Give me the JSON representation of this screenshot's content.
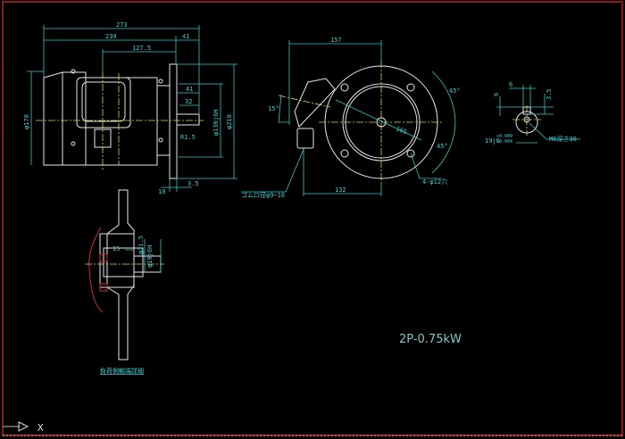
{
  "window": {
    "border_color": "#8b1a1a",
    "background": "#000000"
  },
  "side_view": {
    "dim_overall": "273",
    "dim_body": "239",
    "dim_shaft_top": "41",
    "dim_box": "127.5",
    "dim_body_dia": "φ170",
    "dim_shaft_len": "41",
    "dim_key_len": "32",
    "dim_radius": "R1.5",
    "dim_spigot": "φ130j6H",
    "dim_flange": "φ210",
    "dim_flange_thk": "10",
    "dim_gap": "3.5"
  },
  "front_view": {
    "dim_width": "157",
    "dim_angle": "15°",
    "dim_pcd": "165",
    "angle_top": "45°",
    "angle_bottom": "45°",
    "hole_note": "4-φ12穴",
    "gland_note": "ゴム口径φ9~16",
    "dim_bottom": "132"
  },
  "shaft_end": {
    "dim_key_width": "6",
    "dim_left": "6",
    "dim_depth": "3.5",
    "dim_dia": "19j6",
    "tol_upper": "+0.009",
    "tol_lower": "-0.004",
    "tap_note": "M6深さ30"
  },
  "detail": {
    "dim_15": "15",
    "dim_d1": "φ21.5",
    "dim_d2": "φ19j6H",
    "title": "負荷側軸端詳細"
  },
  "model_label": "2P-0.75kW",
  "ucs": {
    "axis_label": "X"
  }
}
